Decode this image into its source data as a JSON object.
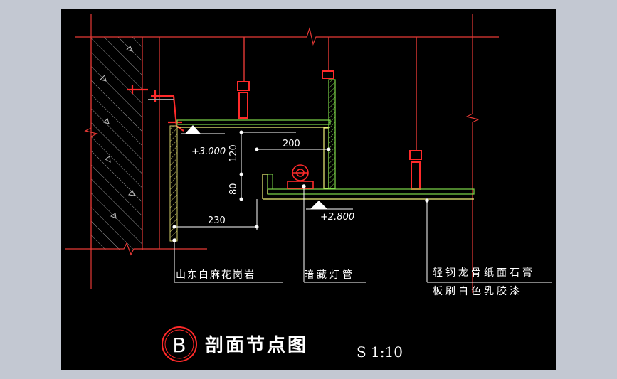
{
  "drawing": {
    "background": "#000000",
    "frame_color": "#c3c8d2",
    "colors": {
      "wall": "#e53935",
      "hatch": "#a6a6a6",
      "board": "#7fd94a",
      "finish": "#f3f37a",
      "dim": "#ffffff",
      "accent": "#ff2a2a"
    }
  },
  "levels": {
    "upper": "+3.000",
    "lower": "+2.800"
  },
  "dimensions": {
    "width_200": "200",
    "height_120": "120",
    "height_80": "80",
    "width_230": "230"
  },
  "labels": {
    "stone": "山东白麻花岗岩",
    "light": "暗藏灯管",
    "ceiling_line1": "轻钢龙骨纸面石膏",
    "ceiling_line2": "板刷白色乳胶漆"
  },
  "title": {
    "marker": "B",
    "text": "剖面节点图",
    "scale": "S 1:10"
  }
}
